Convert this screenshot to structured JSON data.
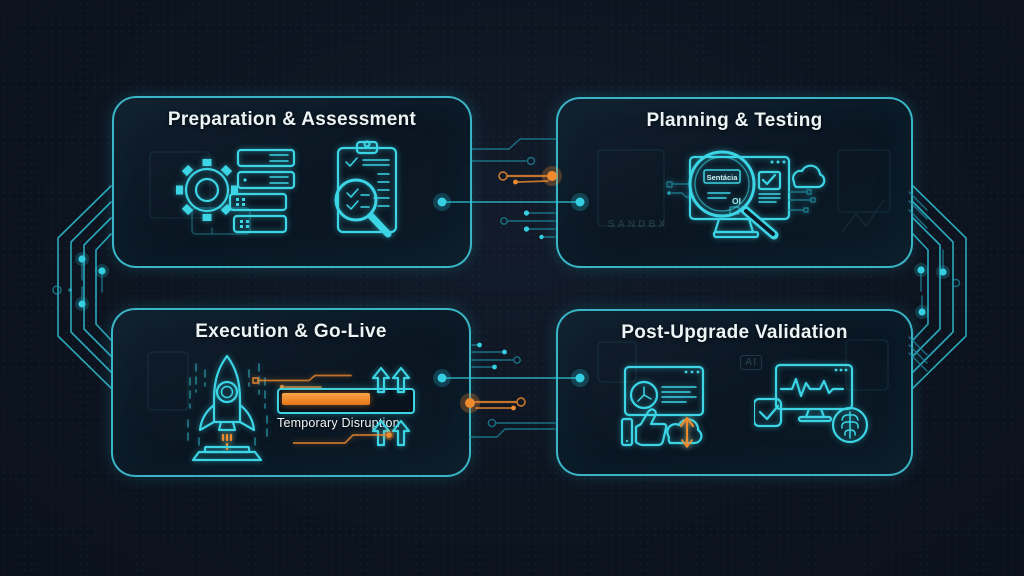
{
  "colors": {
    "background": "#0d1420",
    "panel_border": "#2fc4d4",
    "cyan_accent": "#3bd5e6",
    "orange_accent": "#ef8a2e",
    "title_text": "#edf4f6",
    "progress_fill": "#ee8224"
  },
  "panels": [
    {
      "id": "preparation-assessment",
      "title": "Preparation & Assessment",
      "icons": [
        "gear-icon",
        "server-stack-icon",
        "checklist-clipboard-icon",
        "magnifier-icon"
      ]
    },
    {
      "id": "planning-testing",
      "title": "Planning & Testing",
      "icons": [
        "browser-window-icon",
        "magnifier-icon",
        "checklist-icon",
        "cloud-icon",
        "circuit-ticks-icon"
      ],
      "magnifier_label": "Sentácia",
      "magnifier_sublabel": "OI",
      "watermark": "SANDBX"
    },
    {
      "id": "execution-golive",
      "title": "Execution & Go-Live",
      "icons": [
        "rocket-launch-icon",
        "progress-bar",
        "double-up-arrows-icon"
      ],
      "progress_label": "Temporary Disruption",
      "progress_percent": 66
    },
    {
      "id": "post-upgrade-validation",
      "title": "Post-Upgrade Validation",
      "icons": [
        "report-window-icon",
        "clock-icon",
        "thumbs-up-icon",
        "cloud-sync-icon",
        "orange-sync-arrow-icon",
        "check-square-icon",
        "ecg-monitor-icon",
        "brain-icon"
      ],
      "watermark": "AI"
    }
  ]
}
